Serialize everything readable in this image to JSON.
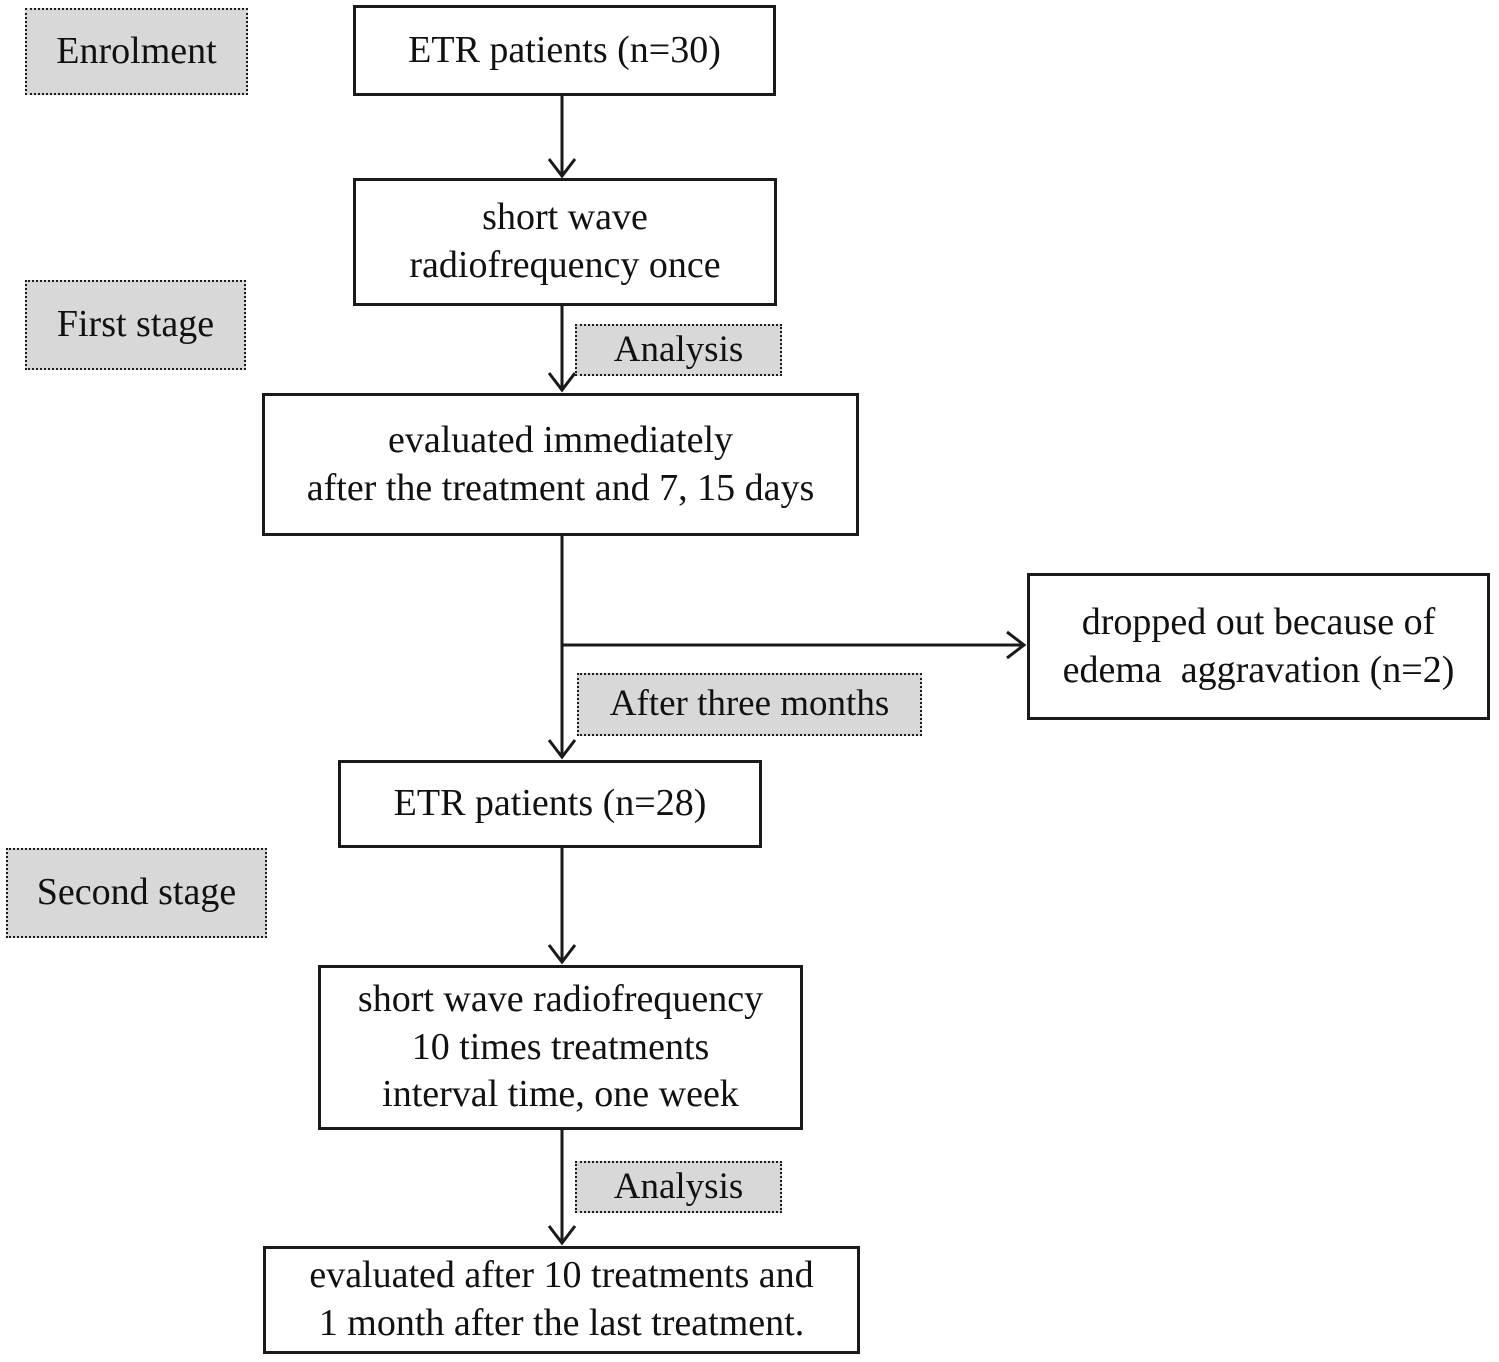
{
  "diagram_title": "Study flow diagram (ETR patients, short wave radiofrequency treatment)",
  "palette": {
    "background": "#ffffff",
    "node_border": "#1a1a1a",
    "node_background": "#ffffff",
    "stage_label_background": "#d8d8d8",
    "stage_label_border": "#1b1b1b",
    "text": "#111111"
  },
  "stage_labels": {
    "enrolment": "Enrolment",
    "first_stage": "First stage",
    "analysis_1": "Analysis",
    "after_three_months": "After three months",
    "second_stage": "Second stage",
    "analysis_2": "Analysis"
  },
  "nodes": {
    "etr_30": "ETR patients (n=30)",
    "swr_once": "short wave\nradiofrequency once",
    "eval_immediate": "evaluated immediately\nafter the treatment and 7, 15 days",
    "dropped_out": "dropped out because of\nedema  aggravation (n=2)",
    "etr_28": "ETR patients (n=28)",
    "swr_10_times": "short wave radiofrequency\n10 times treatments\ninterval time, one week",
    "eval_final": "evaluated after 10 treatments and\n1 month after the last treatment."
  },
  "edges": [
    {
      "from": "etr_30",
      "to": "swr_once",
      "label": ""
    },
    {
      "from": "swr_once",
      "to": "eval_immediate",
      "label": "Analysis"
    },
    {
      "from": "eval_immediate",
      "to": "dropped_out",
      "label": ""
    },
    {
      "from": "eval_immediate",
      "to": "etr_28",
      "label": "After three months"
    },
    {
      "from": "etr_28",
      "to": "swr_10_times",
      "label": ""
    },
    {
      "from": "swr_10_times",
      "to": "eval_final",
      "label": "Analysis"
    }
  ]
}
